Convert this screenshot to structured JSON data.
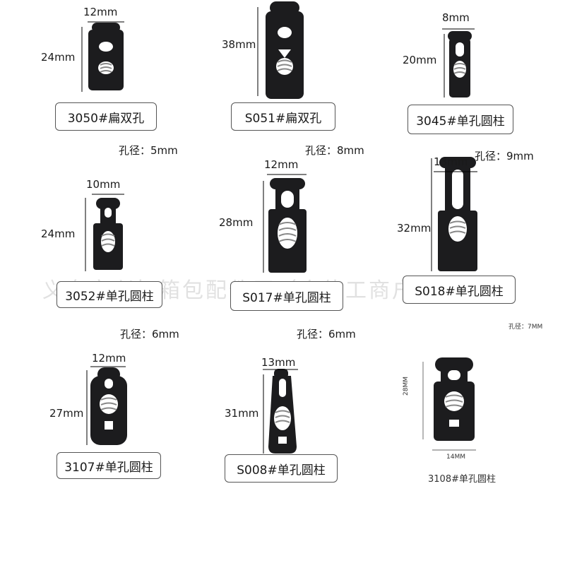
{
  "watermark": "义乌市兴扣箱包配件厂（个体工商户）",
  "products": [
    {
      "code": "3050#扁双孔",
      "width": "12mm",
      "height": "24mm",
      "hole": "孔径：5mm"
    },
    {
      "code": "S051#扁双孔",
      "height": "38mm",
      "hole": "孔径：8mm"
    },
    {
      "code": "3045#单孔圆柱",
      "width": "8mm",
      "height": "20mm",
      "hole": "孔径：9mm"
    },
    {
      "code": "3052#单孔圆柱",
      "width": "10mm",
      "height": "24mm",
      "hole": "孔径：6mm"
    },
    {
      "code": "S017#单孔圆柱",
      "width": "12mm",
      "height": "28mm",
      "hole": "孔径：6mm"
    },
    {
      "code": "S018#单孔圆柱",
      "width": "13mm",
      "height": "32mm",
      "hole": "孔径：7MM"
    },
    {
      "code": "3107#单孔圆柱",
      "width": "12mm",
      "height": "27mm"
    },
    {
      "code": "S008#单孔圆柱",
      "width": "13mm",
      "height": "31mm"
    },
    {
      "code": "3108#单孔圆柱",
      "width": "14MM",
      "height": "28MM"
    }
  ],
  "colors": {
    "plastic": "#1c1c1e",
    "spring": "#9a9a9a",
    "border": "#555555"
  },
  "icon_names": [
    "cord-lock-icon"
  ]
}
